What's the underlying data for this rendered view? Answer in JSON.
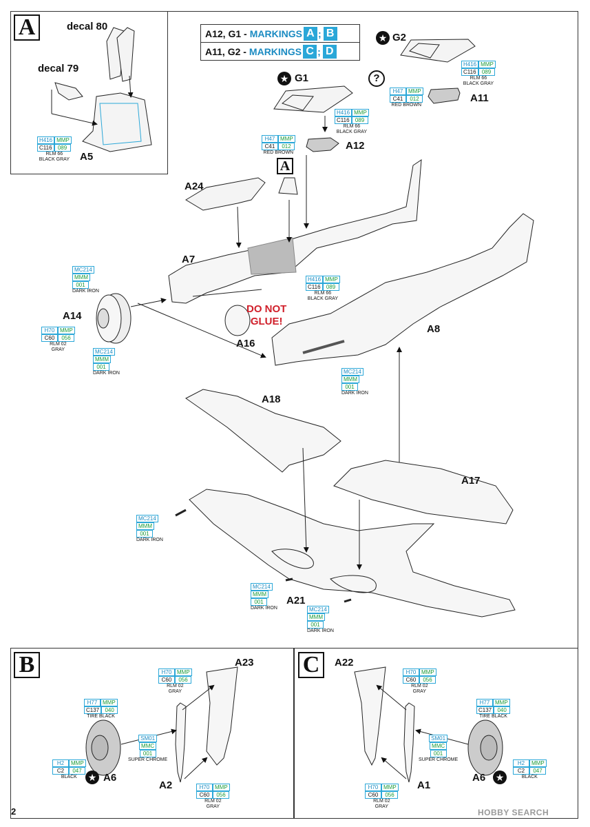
{
  "markings": {
    "row1": {
      "label": "A12, G1 -",
      "word": "MARKINGS",
      "a": "A",
      "b": "B"
    },
    "row2": {
      "label": "A11, G2 -",
      "word": "MARKINGS",
      "a": "C",
      "b": "D"
    }
  },
  "sections": {
    "a": "A",
    "b": "B",
    "c": "C",
    "ref_a": "A"
  },
  "decals": {
    "d80": "decal 80",
    "d79": "decal 79"
  },
  "parts": {
    "a5": "A5",
    "g1": "G1",
    "g2": "G2",
    "a12": "A12",
    "a11": "A11",
    "a24": "A24",
    "a7": "A7",
    "a14": "A14",
    "a16": "A16",
    "a8": "A8",
    "a18": "A18",
    "a17": "A17",
    "a21": "A21",
    "a23": "A23",
    "a6b": "A6",
    "a2": "A2",
    "a22": "A22",
    "a6c": "A6",
    "a1": "A1"
  },
  "warning": {
    "line1": "DO NOT",
    "line2": "GLUE!"
  },
  "page_number": "2",
  "watermark": "HOBBY SEARCH",
  "question": "?",
  "colors": {
    "p1": {
      "c1": "H416",
      "c2": "MMP",
      "c3": "C116",
      "c4": "089",
      "name1": "RLM 66",
      "name2": "BLACK GRAY"
    },
    "p2": {
      "c1": "H416",
      "c2": "MMP",
      "c3": "C116",
      "c4": "089",
      "name1": "RLM 66",
      "name2": "BLACK GRAY"
    },
    "p3": {
      "c1": "H47",
      "c2": "MMP",
      "c3": "C41",
      "c4": "012",
      "name1": "RED BROWN",
      "name2": ""
    },
    "p4": {
      "c1": "H416",
      "c2": "MMP",
      "c3": "C116",
      "c4": "089",
      "name1": "RLM 66",
      "name2": "BLACK GRAY"
    },
    "p5": {
      "c1": "H47",
      "c2": "MMP",
      "c3": "C41",
      "c4": "012",
      "name1": "RED BROWN",
      "name2": ""
    },
    "p6": {
      "c1": "MC214",
      "c2": "MMM",
      "c3": "001",
      "name1": "DARK IRON"
    },
    "p7": {
      "c1": "H416",
      "c2": "MMP",
      "c3": "C116",
      "c4": "089",
      "name1": "RLM 66",
      "name2": "BLACK GRAY"
    },
    "p8": {
      "c1": "H70",
      "c2": "MMP",
      "c3": "C60",
      "c4": "056",
      "name1": "RLM 02",
      "name2": "GRAY"
    },
    "p9": {
      "c1": "MC214",
      "c2": "MMM",
      "c3": "001",
      "name1": "DARK IRON"
    },
    "p10": {
      "c1": "MC214",
      "c2": "MMM",
      "c3": "001",
      "name1": "DARK IRON"
    },
    "p11": {
      "c1": "MC214",
      "c2": "MMM",
      "c3": "001",
      "name1": "DARK IRON"
    },
    "p12": {
      "c1": "MC214",
      "c2": "MMM",
      "c3": "001",
      "name1": "DARK IRON"
    },
    "p13": {
      "c1": "MC214",
      "c2": "MMM",
      "c3": "001",
      "name1": "DARK IRON"
    },
    "b1": {
      "c1": "H70",
      "c2": "MMP",
      "c3": "C60",
      "c4": "056",
      "name1": "RLM 02",
      "name2": "GRAY"
    },
    "b2": {
      "c1": "H77",
      "c2": "MMP",
      "c3": "C137",
      "c4": "040",
      "name1": "TIRE BLACK"
    },
    "b3": {
      "c1": "SM01",
      "c2": "MMC",
      "c3": "001",
      "name1": "SUPER CHROME"
    },
    "b4": {
      "c1": "H2",
      "c2": "MMP",
      "c3": "C2",
      "c4": "047",
      "name1": "BLACK"
    },
    "b5": {
      "c1": "H70",
      "c2": "MMP",
      "c3": "C60",
      "c4": "056",
      "name1": "RLM 02",
      "name2": "GRAY"
    },
    "c1": {
      "c1": "H70",
      "c2": "MMP",
      "c3": "C60",
      "c4": "056",
      "name1": "RLM 02",
      "name2": "GRAY"
    },
    "c2": {
      "c1": "H77",
      "c2": "MMP",
      "c3": "C137",
      "c4": "040",
      "name1": "TIRE BLACK"
    },
    "c3": {
      "c1": "SM01",
      "c2": "MMC",
      "c3": "001",
      "name1": "SUPER CHROME"
    },
    "c4": {
      "c1": "H2",
      "c2": "MMP",
      "c3": "C2",
      "c4": "047",
      "name1": "BLACK"
    },
    "c5": {
      "c1": "H70",
      "c2": "MMP",
      "c3": "C60",
      "c4": "056",
      "name1": "RLM 02",
      "name2": "GRAY"
    }
  },
  "style_colors": {
    "accent_blue": "#2aa7d8",
    "mmp_green": "#1a9a3a",
    "warning_red": "#d01f2a"
  }
}
